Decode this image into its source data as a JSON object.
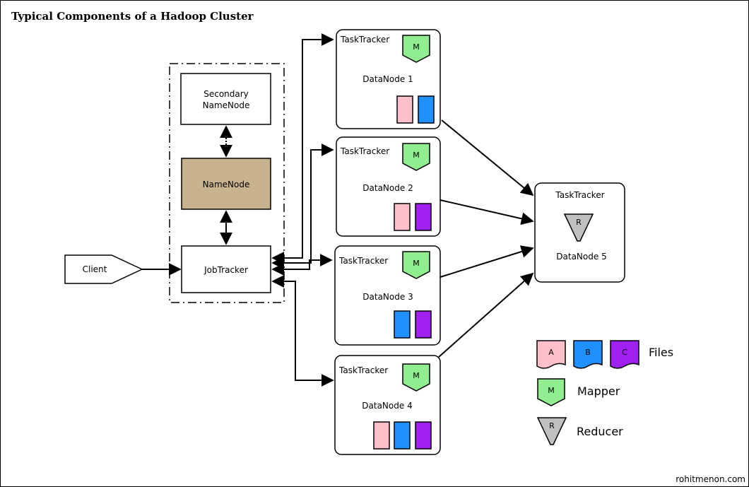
{
  "title": "Typical Components of a Hadoop Cluster",
  "watermark": "rohitmenon.com",
  "master": {
    "secondary_namenode": [
      "Secondary",
      "NameNode"
    ],
    "namenode": "NameNode",
    "jobtracker": "JobTracker"
  },
  "client": "Client",
  "nodes": [
    {
      "tasktracker": "TaskTracker",
      "datanode": "DataNode 1",
      "role": "M",
      "files": [
        "A",
        "B"
      ]
    },
    {
      "tasktracker": "TaskTracker",
      "datanode": "DataNode 2",
      "role": "M",
      "files": [
        "A",
        "C"
      ]
    },
    {
      "tasktracker": "TaskTracker",
      "datanode": "DataNode 3",
      "role": "M",
      "files": [
        "B",
        "C"
      ]
    },
    {
      "tasktracker": "TaskTracker",
      "datanode": "DataNode 4",
      "role": "M",
      "files": [
        "A",
        "B",
        "C"
      ]
    },
    {
      "tasktracker": "TaskTracker",
      "datanode": "DataNode 5",
      "role": "R",
      "files": []
    }
  ],
  "legend": {
    "files_label": "Files",
    "file_letters": [
      "A",
      "B",
      "C"
    ],
    "mapper_label": "Mapper",
    "mapper_letter": "M",
    "reducer_label": "Reducer",
    "reducer_letter": "R"
  },
  "colors": {
    "file_A": "#ffc0cb",
    "file_B": "#1e90ff",
    "file_C": "#a020f0",
    "mapper": "#90ee90",
    "reducer": "#c0c0c0",
    "namenode": "#c8b38e"
  }
}
